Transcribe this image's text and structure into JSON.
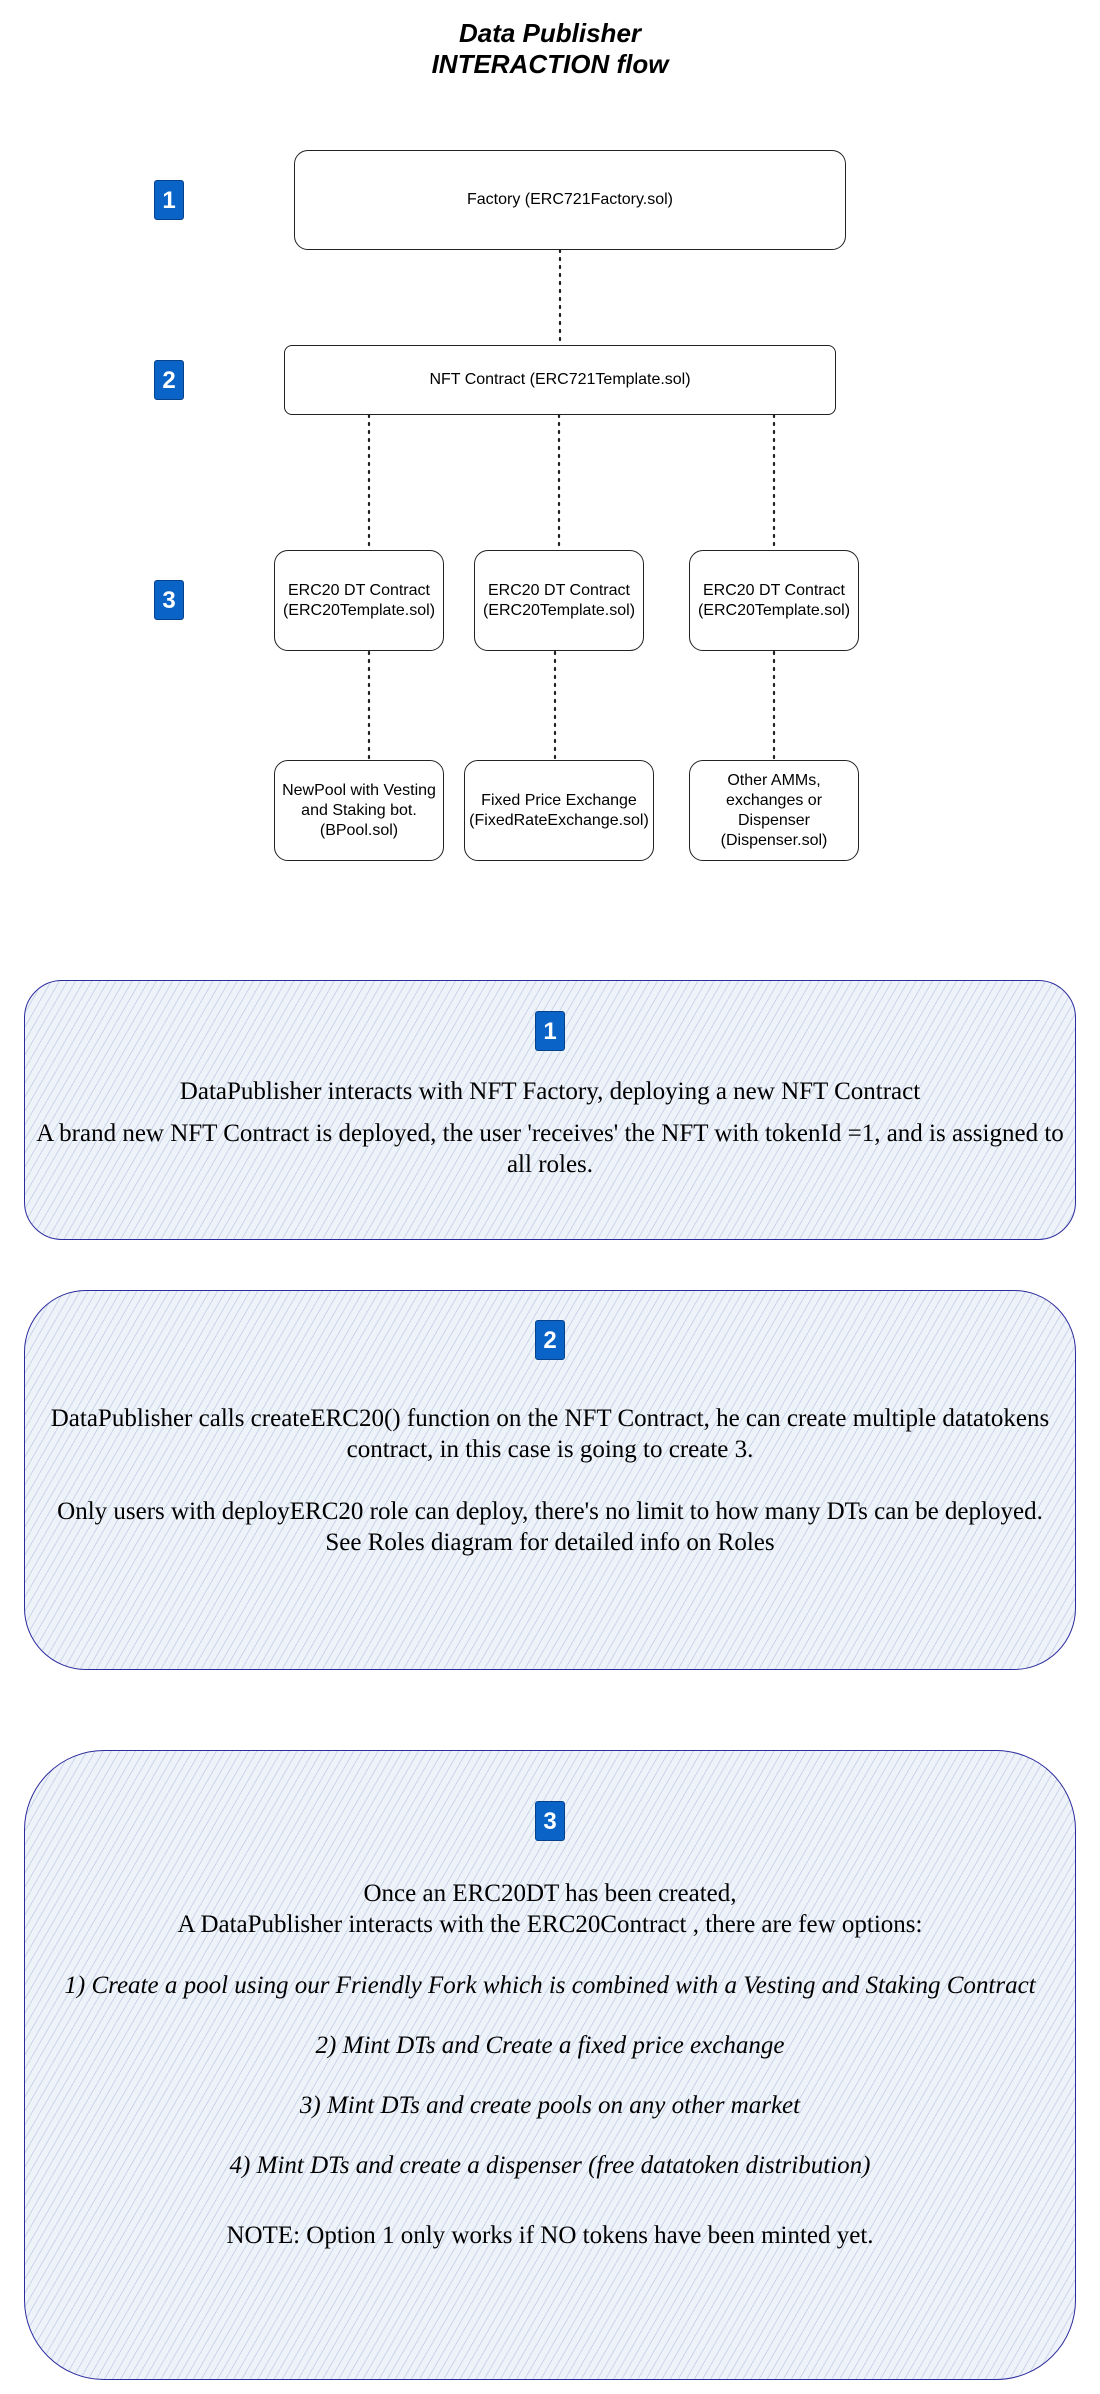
{
  "title": {
    "line1": "Data Publisher",
    "line2": "INTERACTION flow"
  },
  "diagram": {
    "steps": [
      "1",
      "2",
      "3"
    ],
    "factory": "Factory (ERC721Factory.sol)",
    "nft_contract": "NFT Contract (ERC721Template.sol)",
    "erc20_boxes": [
      {
        "line1": "ERC20 DT Contract",
        "line2": "(ERC20Template.sol)"
      },
      {
        "line1": "ERC20 DT Contract",
        "line2": "(ERC20Template.sol)"
      },
      {
        "line1": "ERC20 DT Contract",
        "line2": "(ERC20Template.sol)"
      }
    ],
    "outputs": [
      {
        "line1": "NewPool with Vesting",
        "line2": "and Staking bot.",
        "line3": "(BPool.sol)"
      },
      {
        "line1": "Fixed Price Exchange",
        "line2": "(FixedRateExchange.sol)"
      },
      {
        "line1": "Other AMMs,",
        "line2": "exchanges or",
        "line3": "Dispenser",
        "line4": "(Dispenser.sol)"
      }
    ]
  },
  "panels": {
    "p1": {
      "badge": "1",
      "line1": "DataPublisher interacts with NFT Factory, deploying a new NFT Contract",
      "line2": "A brand new NFT Contract is deployed, the user 'receives' the NFT with tokenId =1, and is assigned to",
      "line3": "all roles."
    },
    "p2": {
      "badge": "2",
      "line1": "DataPublisher calls createERC20() function on the NFT Contract, he can create multiple datatokens",
      "line2": "contract, in this case is going to create 3.",
      "line3": "Only users with deployERC20 role can deploy, there's no limit to how many DTs can be deployed.",
      "line4": "See Roles diagram for detailed info on Roles"
    },
    "p3": {
      "badge": "3",
      "line1": "Once an ERC20DT has been created,",
      "line2": "A DataPublisher interacts with the ERC20Contract , there are few options:",
      "option1": "1) Create a pool using our Friendly Fork which is combined with a Vesting and Staking Contract",
      "option2": "2) Mint DTs and Create a fixed price exchange",
      "option3": "3) Mint DTs and create pools on any other market",
      "option4": "4) Mint DTs and create a dispenser (free datatoken distribution)",
      "note": "NOTE: Option 1 only works if NO tokens have been minted yet."
    }
  },
  "colors": {
    "badge": "#0a64c8",
    "panel_border": "#2c2c9e",
    "panel_fill": "#eef2f9"
  }
}
